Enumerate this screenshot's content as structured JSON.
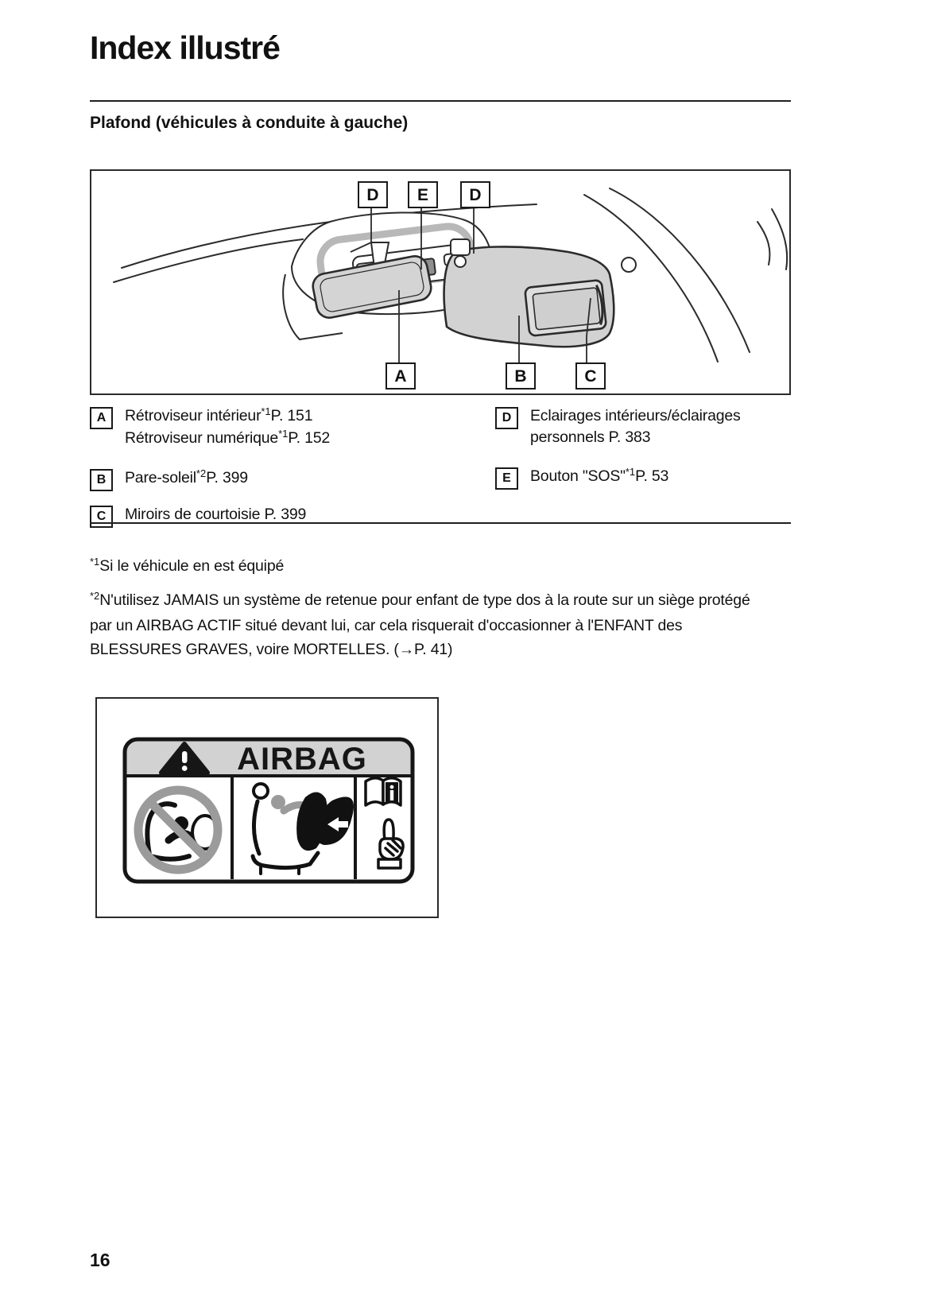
{
  "doc": {
    "title": "Index illustré",
    "section_heading": "Plafond (véhicules à conduite à gauche)",
    "page_number": "16"
  },
  "diagram": {
    "callouts_top": [
      "D",
      "E",
      "D"
    ],
    "callouts_bottom": [
      "A",
      "B",
      "C"
    ]
  },
  "legend": {
    "left": [
      {
        "key": "A",
        "line1_text": "Rétroviseur intérieur",
        "line1_sup": "*1",
        "line1_page": "P. 151",
        "line2_text": "Rétroviseur numérique",
        "line2_sup": "*1",
        "line2_page": "P. 152"
      },
      {
        "key": "B",
        "line1_text": "Pare-soleil",
        "line1_sup": "*2",
        "line1_page": "P. 399"
      },
      {
        "key": "C",
        "line1_text": "Miroirs de courtoisie P. 399"
      }
    ],
    "right": [
      {
        "key": "D",
        "line1_text": "Eclairages intérieurs/éclairages",
        "line2_text": "personnels P. 383"
      },
      {
        "key": "E",
        "line1_text": "Bouton \"SOS\"",
        "line1_sup": "*1",
        "line1_page": "P. 53"
      }
    ]
  },
  "footnotes": [
    {
      "marker": "*1",
      "text": "Si le véhicule en est équipé"
    },
    {
      "marker": "*2",
      "text": "N'utilisez JAMAIS un système de retenue pour enfant de type dos à la route sur un siège protégé par un AIRBAG ACTIF situé devant lui, car cela risquerait d'occasionner à l'ENFANT des BLESSURES GRAVES, voire MORTELLES. (→P. 41)"
    }
  ],
  "airbag": {
    "title": "AIRBAG"
  },
  "colors": {
    "ink": "#1f1f1f",
    "fill_gray": "#d4d4d4",
    "label_header_gray": "#d2d2d2",
    "prohibition_gray": "#9b9b9b"
  }
}
